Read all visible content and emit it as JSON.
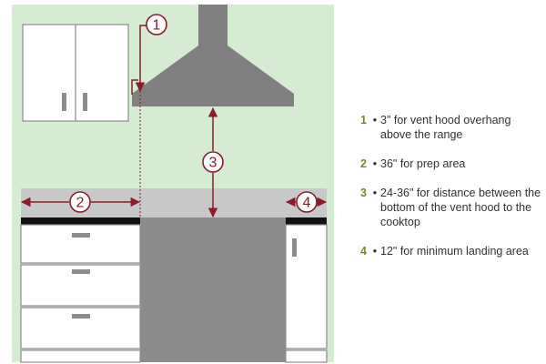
{
  "colors": {
    "wall": "#d6ecd2",
    "cabinet": "#ffffff",
    "cabinet_stroke": "#8c8c8c",
    "hood": "#808080",
    "counter": "#c8c8c8",
    "counter_edge": "#111111",
    "range": "#8c8c8c",
    "handle": "#8c8c8c",
    "marker": "#8a1c2b",
    "legend_number": "#6a8f2a",
    "text": "#333333"
  },
  "markers": [
    {
      "label": "1"
    },
    {
      "label": "2"
    },
    {
      "label": "3"
    },
    {
      "label": "4"
    }
  ],
  "legend": [
    {
      "number": "1",
      "bullet": "•",
      "text": "3\" for vent hood overhang above the range"
    },
    {
      "number": "2",
      "bullet": "•",
      "text": "36\" for prep area"
    },
    {
      "number": "3",
      "bullet": "•",
      "text": "24-36\" for distance between the bottom of the vent hood to the cooktop"
    },
    {
      "number": "4",
      "bullet": "•",
      "text": "12\" for minimum landing area"
    }
  ]
}
